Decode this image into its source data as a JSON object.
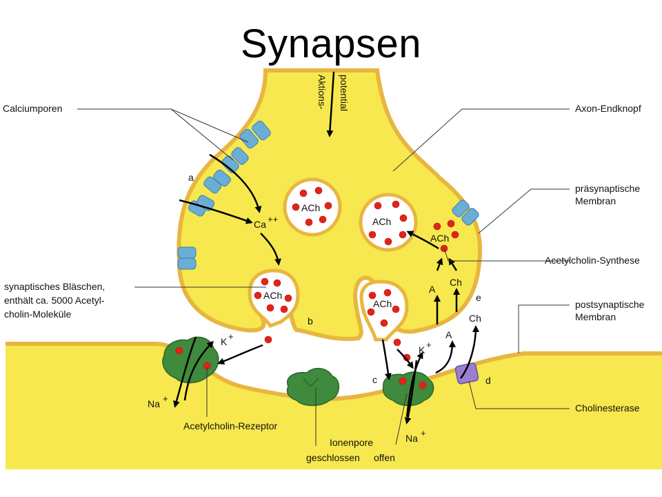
{
  "title": "Synapsen",
  "labels": {
    "calciumporen": "Calciumporen",
    "axon_endknopf": "Axon-Endknopf",
    "praesynaptische_1": "präsynaptische",
    "praesynaptische_2": "Membran",
    "acetylcholin_synthese": "Acetylcholin-Synthese",
    "postsynaptische_1": "postsynaptische",
    "postsynaptische_2": "Membran",
    "blaeschen_1": "synaptisches Bläschen,",
    "blaeschen_2": "enthält ca. 5000 Acetyl-",
    "blaeschen_3": "cholin-Moleküle",
    "cholinesterase": "Cholinesterase",
    "rezeptor": "Acetylcholin-Rezeptor",
    "ionenpore": "Ionenpore",
    "geschlossen": "geschlossen",
    "offen": "offen",
    "aktionspotential_1": "Aktions-",
    "aktionspotential_2": "potential"
  },
  "markers": {
    "a": "a",
    "b": "b",
    "c": "c",
    "d": "d",
    "e": "e"
  },
  "chem": {
    "ach": "ACh",
    "ca": "Ca",
    "ca_sup": "++",
    "k": "K",
    "k_sup": "+",
    "na": "Na",
    "na_sup": "+",
    "a": "A",
    "ch": "Ch"
  },
  "colors": {
    "cytoplasm": "#f6e84e",
    "membrane": "#e8b640",
    "vesicle_fill": "#ffffff",
    "ach_dot": "#e3231a",
    "channel": "#6aaed6",
    "receptor": "#3f8a3c",
    "cholinesterase": "#9a7fd0"
  }
}
